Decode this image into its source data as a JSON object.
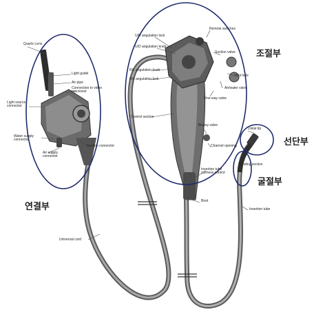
{
  "sections": {
    "connector": "연결부",
    "control": "조절부",
    "distal": "선단부",
    "bending": "굴절부"
  },
  "labels": {
    "quartz_lens": "Quartz Lens",
    "light_guide": "Light guide",
    "air_pipe": "Air pipe",
    "connection_video": "Connection to video processor",
    "light_source_connector": "Light source connector",
    "water_supply_connector": "Water supply connector",
    "air_supply_connector": "Air supply connector",
    "suction_connector": "Suction connector",
    "ud_angulation_lock": "U/D angulation lock",
    "ud_angulation_knob": "U/D angulation knob",
    "remote_switches": "Remote switches",
    "suction_valve": "Suction valve",
    "rl_angulation_knob": "R/L angulation knob",
    "rl_angulation_lock": "R/L angulation lock",
    "vent_hole": "Vent hole",
    "air_water_valve": "Air/water valve",
    "one_way_valve": "One-way valve",
    "control_section": "Control section",
    "biopsy_valve": "Biopsy valve",
    "channel_opening": "Channel opening",
    "distal_tip": "Distal tip",
    "bending_section": "Bending section",
    "insertion_tube_stiffness_control": "Insertion tube stiffness control",
    "boot": "Boot",
    "insertion_tube": "Insertion tube",
    "universal_cord": "Universal cord"
  }
}
